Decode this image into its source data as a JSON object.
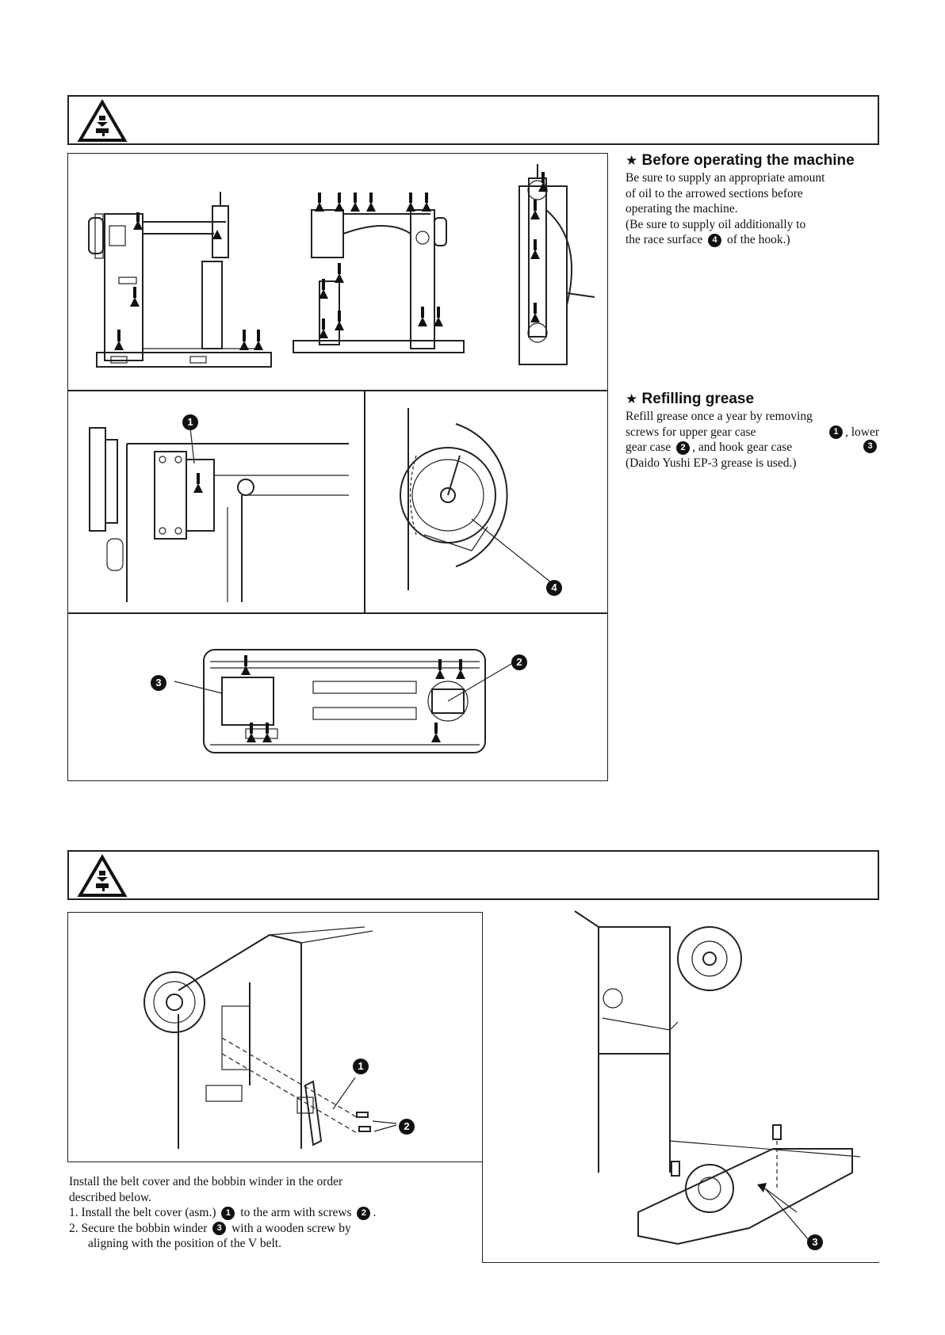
{
  "oiling": {
    "section1_heading": "Before operating the machine",
    "section1_lines": [
      "Be sure to supply an appropriate amount",
      "of oil to the arrowed sections before",
      "operating the machine.",
      "(Be sure to supply oil additionally to"
    ],
    "section1_last_before": "the race surface",
    "section1_last_after": "of the hook.)",
    "section1_ref": "4",
    "section2_heading": "Refilling grease",
    "section2_line1_a": "Refill grease once a year by removing",
    "section2_line2_a": "screws for upper gear case",
    "section2_line2_b": ", lower",
    "section2_line3_a": "gear case",
    "section2_line3_b": ", and hook gear case",
    "section2_line4": "(Daido Yushi EP-3 grease is used.)",
    "ref1": "1",
    "ref2": "2",
    "ref3": "3"
  },
  "belt_cover": {
    "intro_line1": "Install the belt cover and the bobbin winder in the order",
    "intro_line2": "described below.",
    "step1_num": "1.",
    "step1_a": "Install the belt cover (asm.)",
    "step1_b": "to the arm with screws",
    "step2_num": "2.",
    "step2_a": "Secure the bobbin winder",
    "step2_b": "with a wooden screw by",
    "step2_c": "aligning with the position of the V belt.",
    "ref1": "1",
    "ref2": "2",
    "ref3": "3"
  },
  "figure_labels": {
    "fig_upper_gear": "1",
    "fig_hook": "4",
    "fig_lower_left": "3",
    "fig_lower_right": "2",
    "fig_belt_cover": "1",
    "fig_screws": "2",
    "fig_winder": "3"
  },
  "icons": {
    "warning": "hand-crush-warning-icon",
    "star": "star-bullet-icon"
  },
  "glyphs": {
    "star": "★"
  }
}
